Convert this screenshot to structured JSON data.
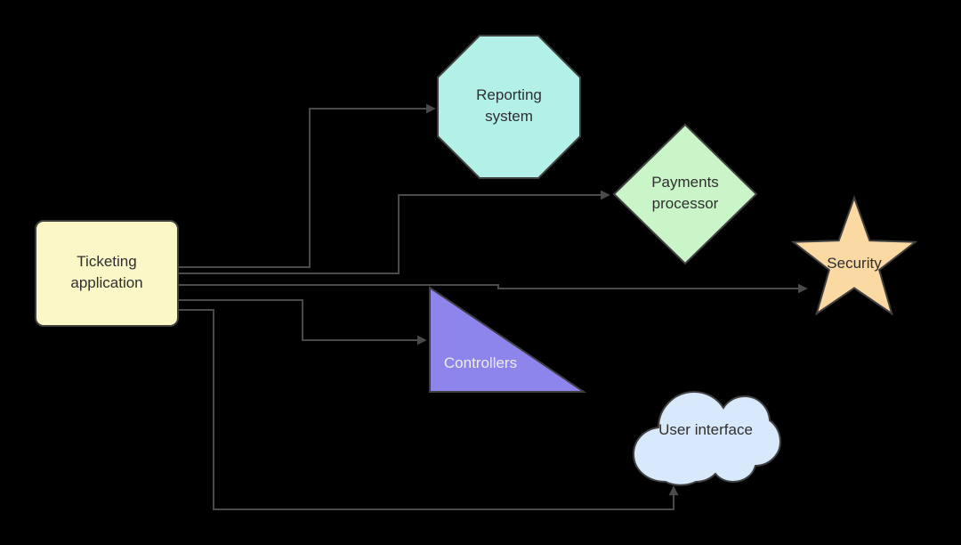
{
  "diagram": {
    "background": "#000000",
    "edge_color": "#4a4a4a",
    "shape_stroke": "#404040",
    "nodes": {
      "ticketing_application": {
        "shape": "rounded-rectangle",
        "label": "Ticketing application",
        "line1": "Ticketing",
        "line2": "application",
        "fill": "#fbf7c6",
        "text_color": "#2f2f2f"
      },
      "reporting_system": {
        "shape": "octagon",
        "label": "Reporting system",
        "line1": "Reporting",
        "line2": "system",
        "fill": "#b3f0e7",
        "text_color": "#2f2f2f"
      },
      "payments_processor": {
        "shape": "diamond",
        "label": "Payments processor",
        "line1": "Payments",
        "line2": "processor",
        "fill": "#c9f5c9",
        "text_color": "#2f2f2f"
      },
      "security": {
        "shape": "star",
        "label": "Security",
        "fill": "#fbd9a3",
        "text_color": "#2f2f2f"
      },
      "controllers": {
        "shape": "right-triangle",
        "label": "Controllers",
        "fill": "#8d85ec",
        "text_color": "#ececec"
      },
      "user_interface": {
        "shape": "cloud",
        "label": "User interface",
        "fill": "#d7e9fb",
        "text_color": "#2f2f2f"
      }
    },
    "edges": [
      {
        "from": "ticketing_application",
        "to": "reporting_system"
      },
      {
        "from": "ticketing_application",
        "to": "payments_processor"
      },
      {
        "from": "ticketing_application",
        "to": "security"
      },
      {
        "from": "ticketing_application",
        "to": "controllers"
      },
      {
        "from": "ticketing_application",
        "to": "user_interface"
      }
    ]
  }
}
